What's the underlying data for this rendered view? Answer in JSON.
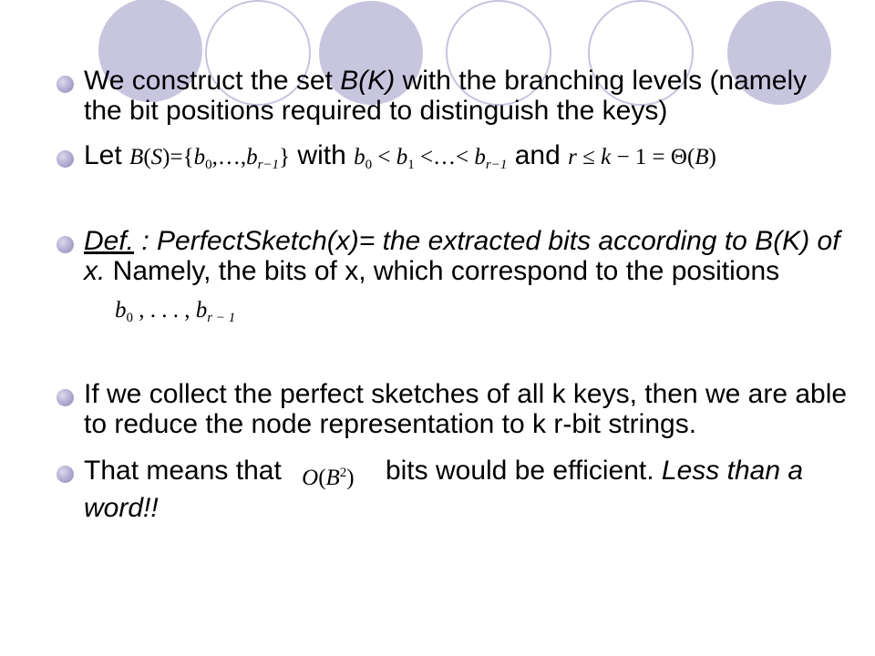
{
  "bullets": {
    "b1": {
      "t1": "We construct the set ",
      "t2": "B(K)",
      "t3": " with the branching levels (namely the bit positions required to distinguish the keys)"
    },
    "b2": {
      "t1": "Let ",
      "t2": " with ",
      "t3": " and "
    },
    "b3": {
      "t1": "Def.",
      "t2": " : PerfectSketch(x)= the extracted bits according to B(K) of x.",
      "t3": " Namely, the bits of x, which correspond to the positions "
    },
    "b4": {
      "t1": "If we collect the perfect sketches of all k keys, then we are able to reduce the node representation to k r-bit strings."
    },
    "b5": {
      "t1": "That means that ",
      "t2": " bits would be efficient. ",
      "t3": "Less than a word!!"
    }
  },
  "math": {
    "bs_set": {
      "a": "B",
      "b": "(",
      "c": "S",
      "d": ")={",
      "e": "b",
      "s0": "0",
      "f": ",…,",
      "g": "b",
      "s1": "r−1",
      "h": "}"
    },
    "order": {
      "a": "b",
      "s0": "0",
      "b": " < ",
      "c": "b",
      "s1": "1",
      "d": " <…< ",
      "e": "b",
      "s2": "r−1"
    },
    "bound": {
      "a": "r",
      "b": " ≤ ",
      "c": "k",
      "d": " − 1 = Θ(",
      "e": "B",
      "f": ")"
    },
    "positions": {
      "a": "b",
      "s0": "0",
      "b": " , . . . , ",
      "c": "b",
      "s1": "r − 1"
    },
    "big_o": {
      "a": "O",
      "b": "(",
      "c": "B",
      "sup": "2",
      "d": ")"
    }
  }
}
